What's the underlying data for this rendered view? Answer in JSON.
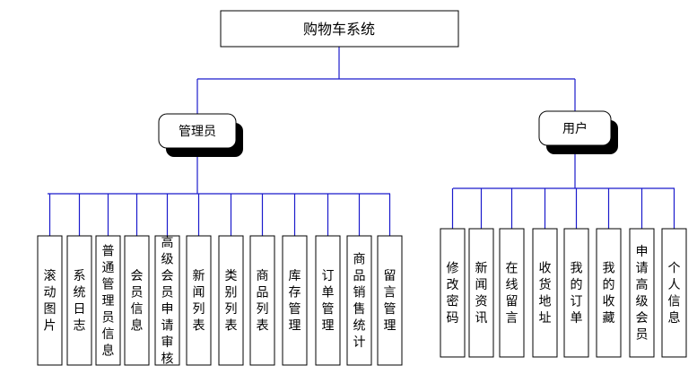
{
  "title": "购物车系统",
  "groups": [
    {
      "name": "管理员",
      "items": [
        "滚动图片",
        "系统日志",
        "普通管理员信息",
        "会员信息",
        "高级会员申请审核",
        "新闻列表",
        "类别列表",
        "商品列表",
        "库存管理",
        "订单管理",
        "商品销售统计",
        "留言管理"
      ]
    },
    {
      "name": "用户",
      "items": [
        "修改密码",
        "新闻资讯",
        "在线留言",
        "收货地址",
        "我的订单",
        "我的收藏",
        "申请高级会员",
        "个人信息"
      ]
    }
  ],
  "colors": {
    "connector": "#1a1acc",
    "border": "#000000",
    "shadow": "#000000"
  }
}
